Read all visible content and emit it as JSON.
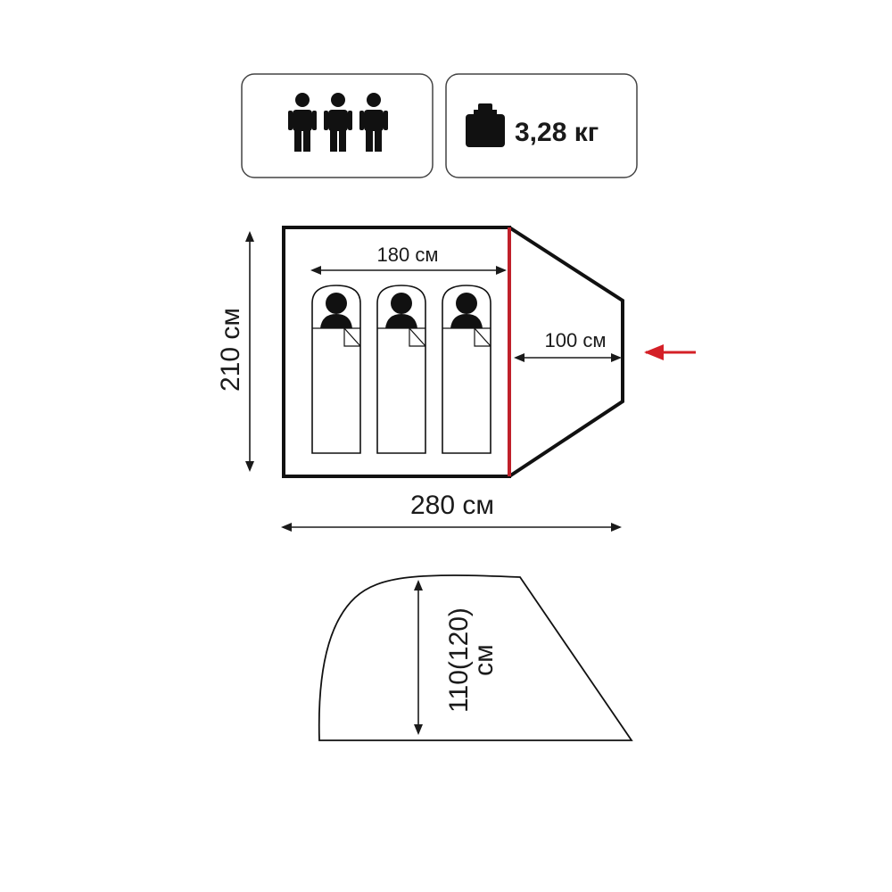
{
  "spec_panels": {
    "capacity": {
      "persons": 3,
      "icon": "person-icon"
    },
    "weight": {
      "value": "3,28 кг",
      "icon": "weight-icon"
    }
  },
  "floor_plan": {
    "inner_length_label": "180 см",
    "vestibule_depth_label": "100 см",
    "width_label": "210 см",
    "total_length_label": "280 см",
    "sleepers": 3,
    "entrance_arrow_color": "#d42027",
    "inner_wall_color": "#c0202a"
  },
  "side_profile": {
    "height_label_line1": "110(120)",
    "height_label_line2": "см"
  }
}
